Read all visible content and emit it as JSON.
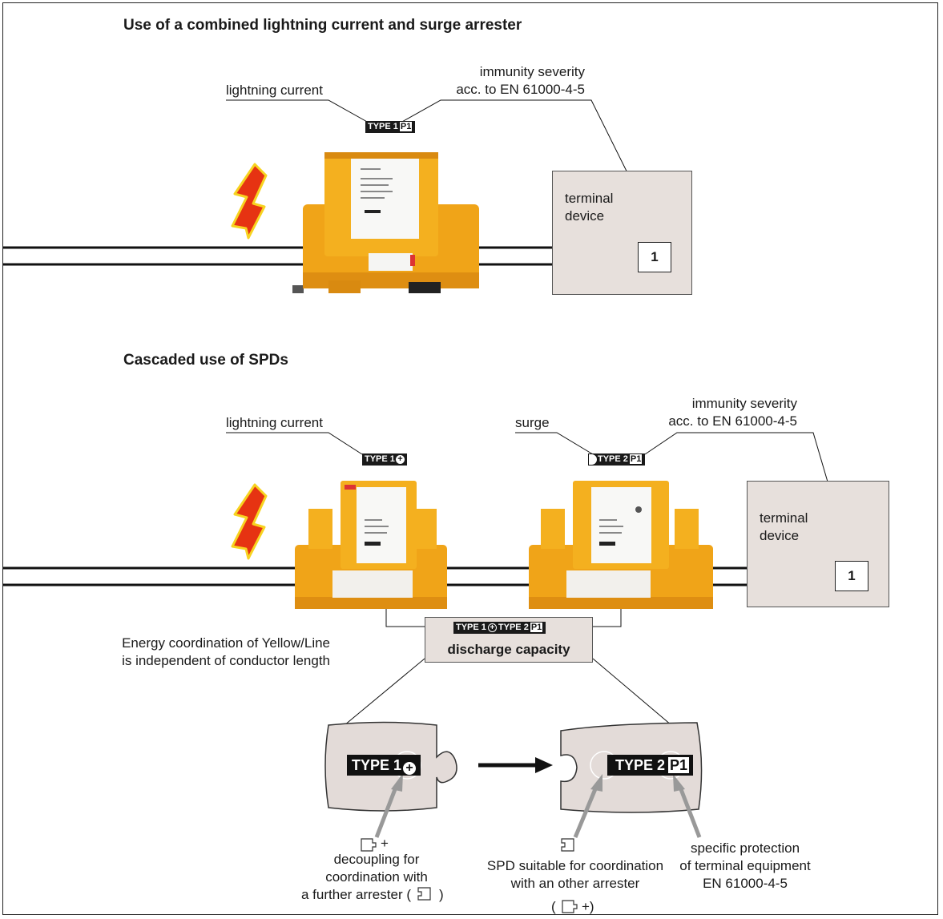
{
  "top_section": {
    "title": "Use of a combined lightning current and surge arrester",
    "label_lightning": "lightning current",
    "label_immunity_1": "immunity severity",
    "label_immunity_2": "acc. to EN 61000-4-5",
    "badge_type": "TYPE 1",
    "badge_p": "P1",
    "terminal_label_1": "terminal",
    "terminal_label_2": "device",
    "terminal_number": "1"
  },
  "cascade_section": {
    "title": "Cascaded use of SPDs",
    "label_lightning": "lightning current",
    "label_surge": "surge",
    "label_immunity_1": "immunity severity",
    "label_immunity_2": "acc. to EN 61000-4-5",
    "badge1_type": "TYPE 1",
    "badge2_type": "TYPE 2",
    "badge2_p": "P1",
    "terminal_label_1": "terminal",
    "terminal_label_2": "device",
    "terminal_number": "1",
    "energy_note_1": "Energy coordination of Yellow/Line",
    "energy_note_2": "is independent of conductor length",
    "combined_type1": "TYPE 1",
    "combined_type2": "TYPE 2",
    "combined_p": "P1",
    "discharge_label": "discharge capacity"
  },
  "puzzle": {
    "piece1_type": "TYPE 1",
    "piece2_type": "TYPE 2",
    "piece2_p": "P1",
    "caption1_plus": "+",
    "caption1_line1": "decoupling for",
    "caption1_line2": "coordination with",
    "caption1_line3": "a further arrester (",
    "caption1_line3_end": ")",
    "caption2_line1": "SPD suitable for coordination",
    "caption2_line2": "with an other arrester",
    "caption2_line3_open": "(",
    "caption2_line3_end": "+)",
    "caption3_line1": "specific protection",
    "caption3_line2": "of terminal equipment",
    "caption3_line3": "EN 61000-4-5"
  },
  "colors": {
    "device_yellow": "#f2a91c",
    "device_dark": "#d98a10",
    "bolt_red": "#e63312",
    "bolt_yellow": "#f7d320",
    "box_fill": "#e7e0dc",
    "puzzle_fill": "#e3dbd8"
  }
}
